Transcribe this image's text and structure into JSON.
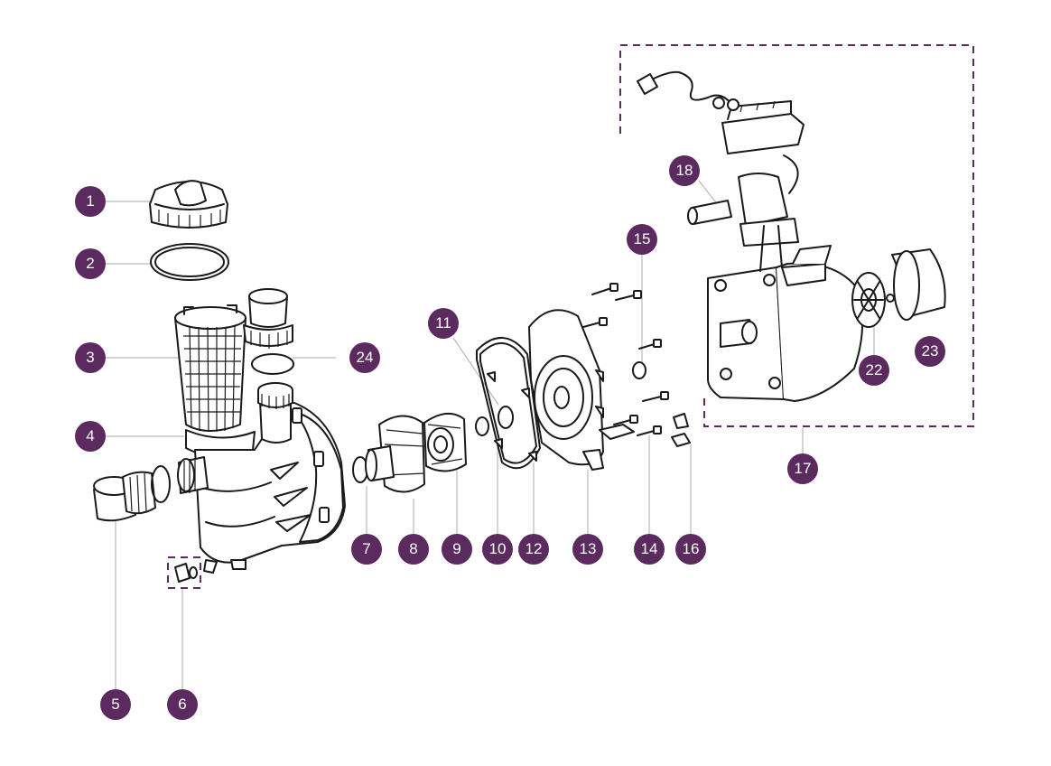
{
  "diagram": {
    "accent_color": "#5b2a5f",
    "callouts": [
      {
        "label": "1",
        "name": "callout-1"
      },
      {
        "label": "2",
        "name": "callout-2"
      },
      {
        "label": "3",
        "name": "callout-3"
      },
      {
        "label": "4",
        "name": "callout-4"
      },
      {
        "label": "5",
        "name": "callout-5"
      },
      {
        "label": "6",
        "name": "callout-6"
      },
      {
        "label": "7",
        "name": "callout-7"
      },
      {
        "label": "8",
        "name": "callout-8"
      },
      {
        "label": "9",
        "name": "callout-9"
      },
      {
        "label": "10",
        "name": "callout-10"
      },
      {
        "label": "11",
        "name": "callout-11"
      },
      {
        "label": "12",
        "name": "callout-12"
      },
      {
        "label": "13",
        "name": "callout-13"
      },
      {
        "label": "14",
        "name": "callout-14"
      },
      {
        "label": "15",
        "name": "callout-15"
      },
      {
        "label": "16",
        "name": "callout-16"
      },
      {
        "label": "17",
        "name": "callout-17"
      },
      {
        "label": "18",
        "name": "callout-18"
      },
      {
        "label": "22",
        "name": "callout-22"
      },
      {
        "label": "23",
        "name": "callout-23"
      },
      {
        "label": "24",
        "name": "callout-24"
      }
    ]
  }
}
